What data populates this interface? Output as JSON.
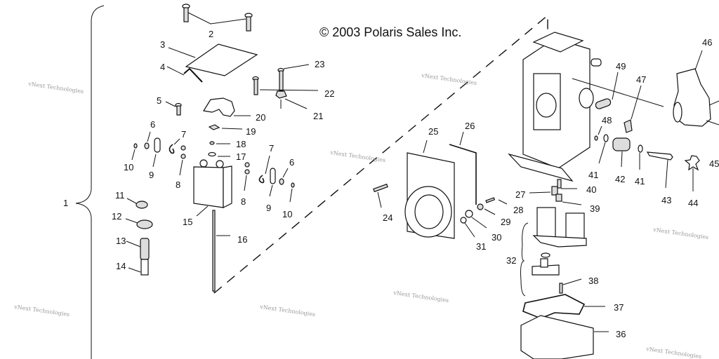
{
  "copyright": "© 2003 Polaris Sales Inc.",
  "watermark": "vNext Technologies",
  "callouts": {
    "c1": "1",
    "c2": "2",
    "c3": "3",
    "c4": "4",
    "c5": "5",
    "c6a": "6",
    "c6b": "6",
    "c7a": "7",
    "c7b": "7",
    "c8a": "8",
    "c8b": "8",
    "c9a": "9",
    "c9b": "9",
    "c10a": "10",
    "c10b": "10",
    "c11": "11",
    "c12": "12",
    "c13": "13",
    "c14": "14",
    "c15": "15",
    "c16": "16",
    "c17": "17",
    "c18": "18",
    "c19": "19",
    "c20": "20",
    "c21": "21",
    "c22": "22",
    "c23": "23",
    "c24": "24",
    "c25": "25",
    "c26": "26",
    "c27": "27",
    "c28": "28",
    "c29": "29",
    "c30": "30",
    "c31": "31",
    "c32": "32",
    "c36": "36",
    "c37": "37",
    "c38": "38",
    "c39": "39",
    "c40": "40",
    "c41a": "41",
    "c41b": "41",
    "c42": "42",
    "c43": "43",
    "c44": "44",
    "c45": "45",
    "c46": "46",
    "c47": "47",
    "c48": "48",
    "c49": "49"
  }
}
